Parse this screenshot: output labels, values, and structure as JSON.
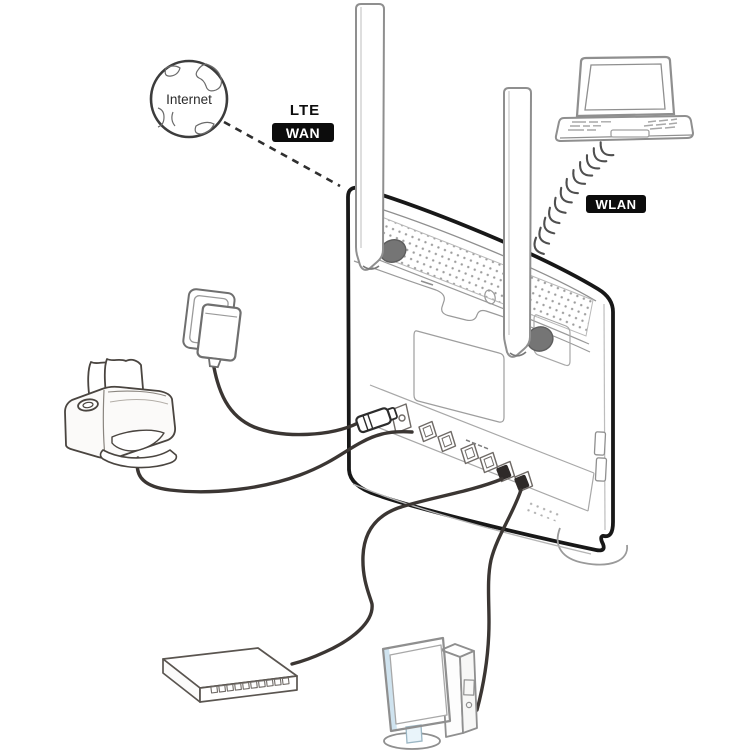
{
  "diagram": {
    "title_visible_text": "",
    "labels": {
      "internet": "Internet",
      "lte": "LTE",
      "wan": "WAN",
      "wlan": "WLAN"
    },
    "devices": [
      "internet-globe-icon",
      "lte-router-icon",
      "laptop-icon",
      "wall-outlet-power-adapter-icon",
      "printer-icon",
      "ethernet-switch-icon",
      "desktop-computer-icon"
    ],
    "connections": [
      "internet-to-router-dashed-wan-link",
      "laptop-to-router-wireless-wlan-link",
      "power-adapter-to-router-power-cable",
      "printer-to-router-usb-cable",
      "switch-to-router-lan-cable",
      "desktop-to-router-lan-cable"
    ],
    "colors": {
      "background": "#ffffff",
      "line_dark": "#3b3633",
      "outline_heavy": "#181818",
      "outline_light": "#949494",
      "badge_bg": "#0c0c0c",
      "badge_text": "#ffffff",
      "antenna_connector_gray": "#757575",
      "vent_dot_gray": "#9c9c9c",
      "monitor_tint_blue": "#cfe3ef"
    }
  }
}
